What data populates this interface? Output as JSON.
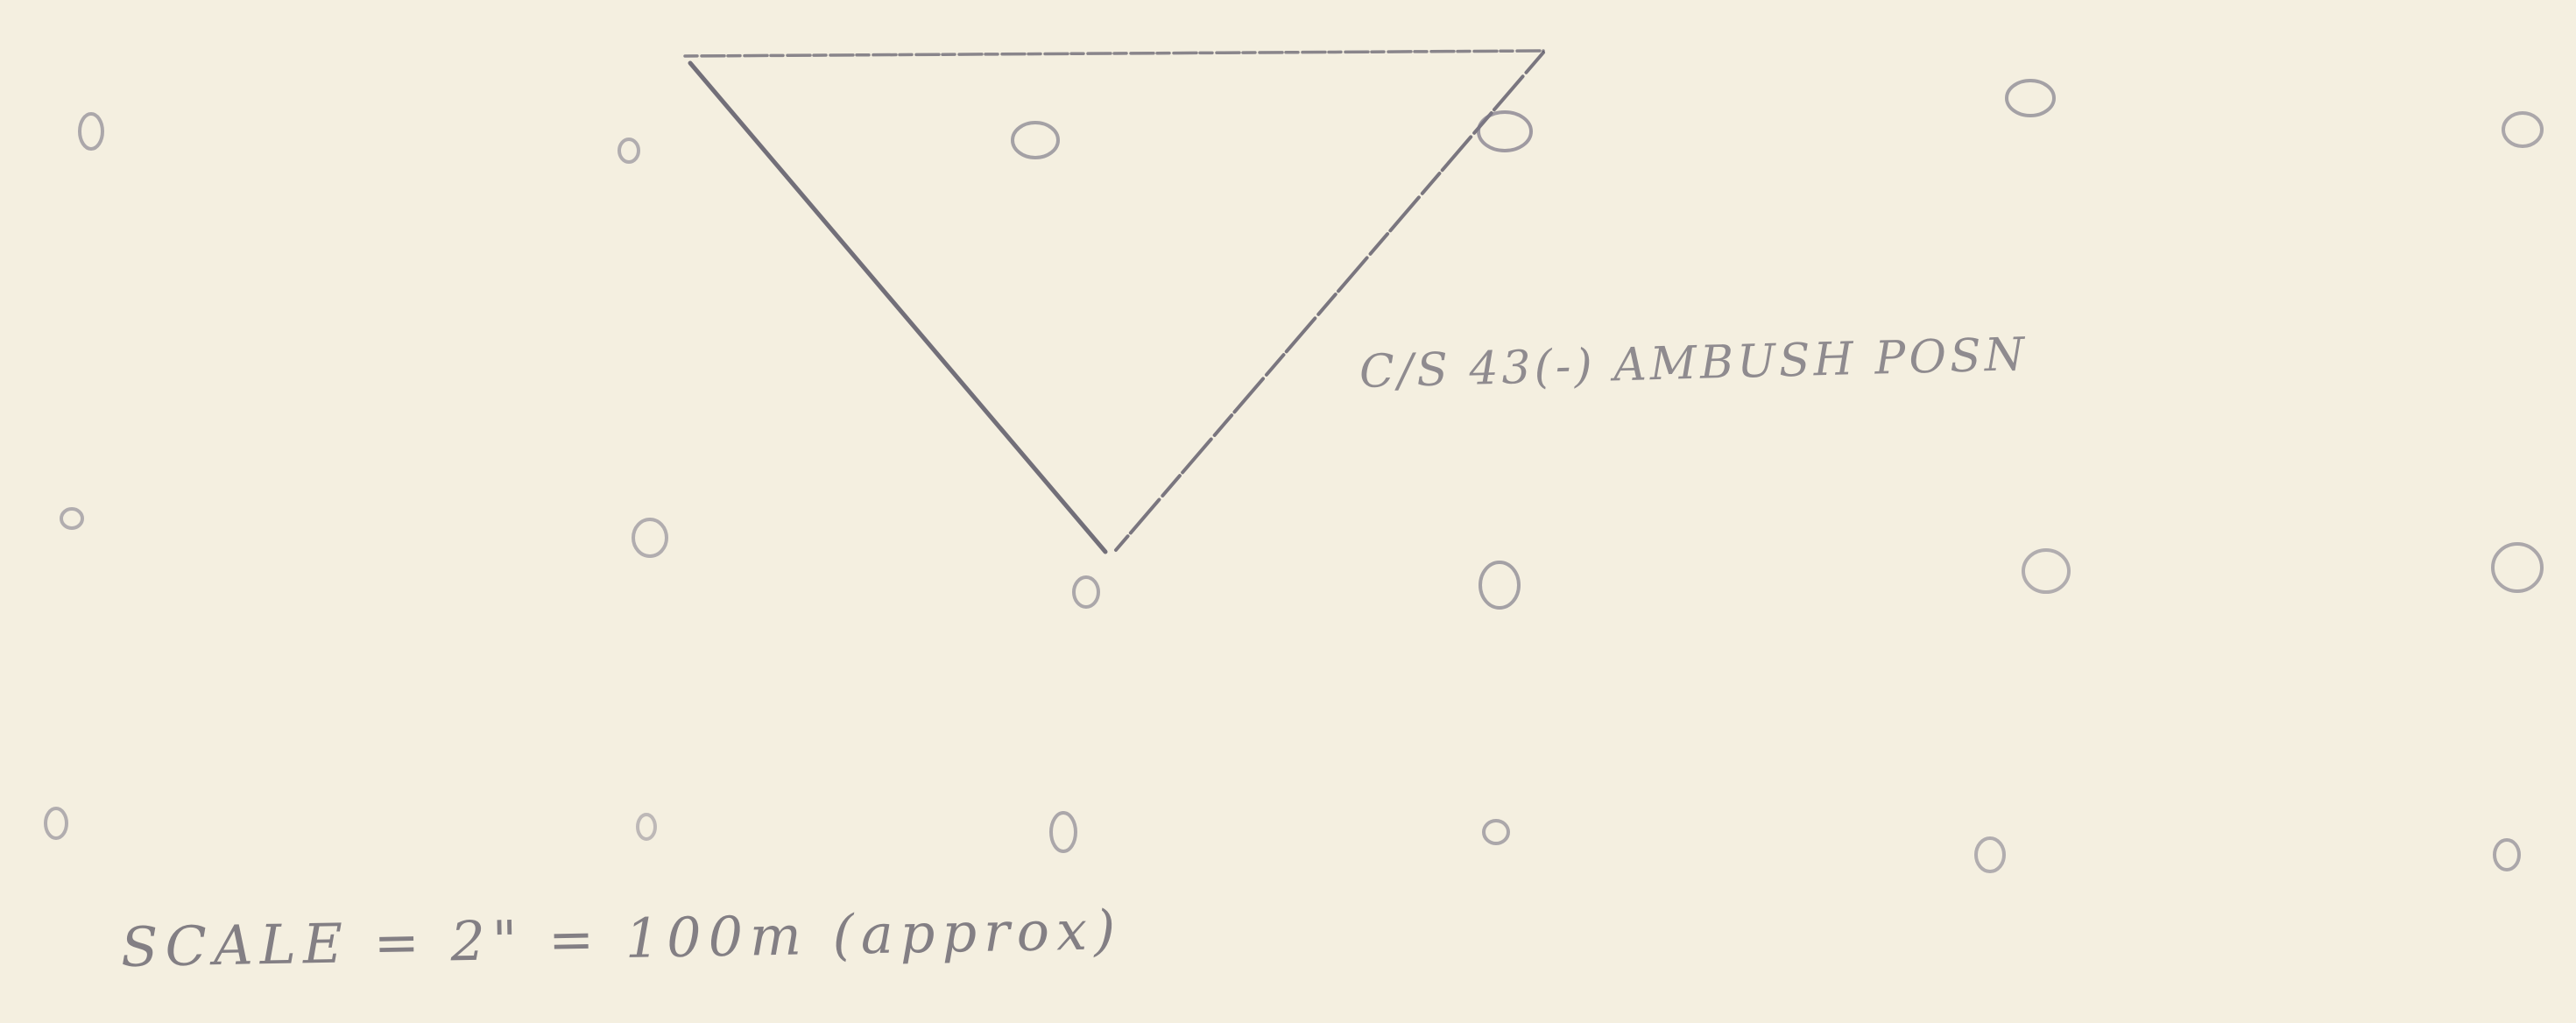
{
  "annotations": {
    "ambush_position": "C/S 43(-) AMBUSH POSN",
    "scale": "SCALE = 2\" = 100m (approx)"
  },
  "legend": {
    "triangle_meaning": "ambush position (C/S 43(-))",
    "circle_meaning": "unlabelled point marker"
  },
  "colors": {
    "paper": "#f4efe0",
    "ink": "#5b5866"
  }
}
